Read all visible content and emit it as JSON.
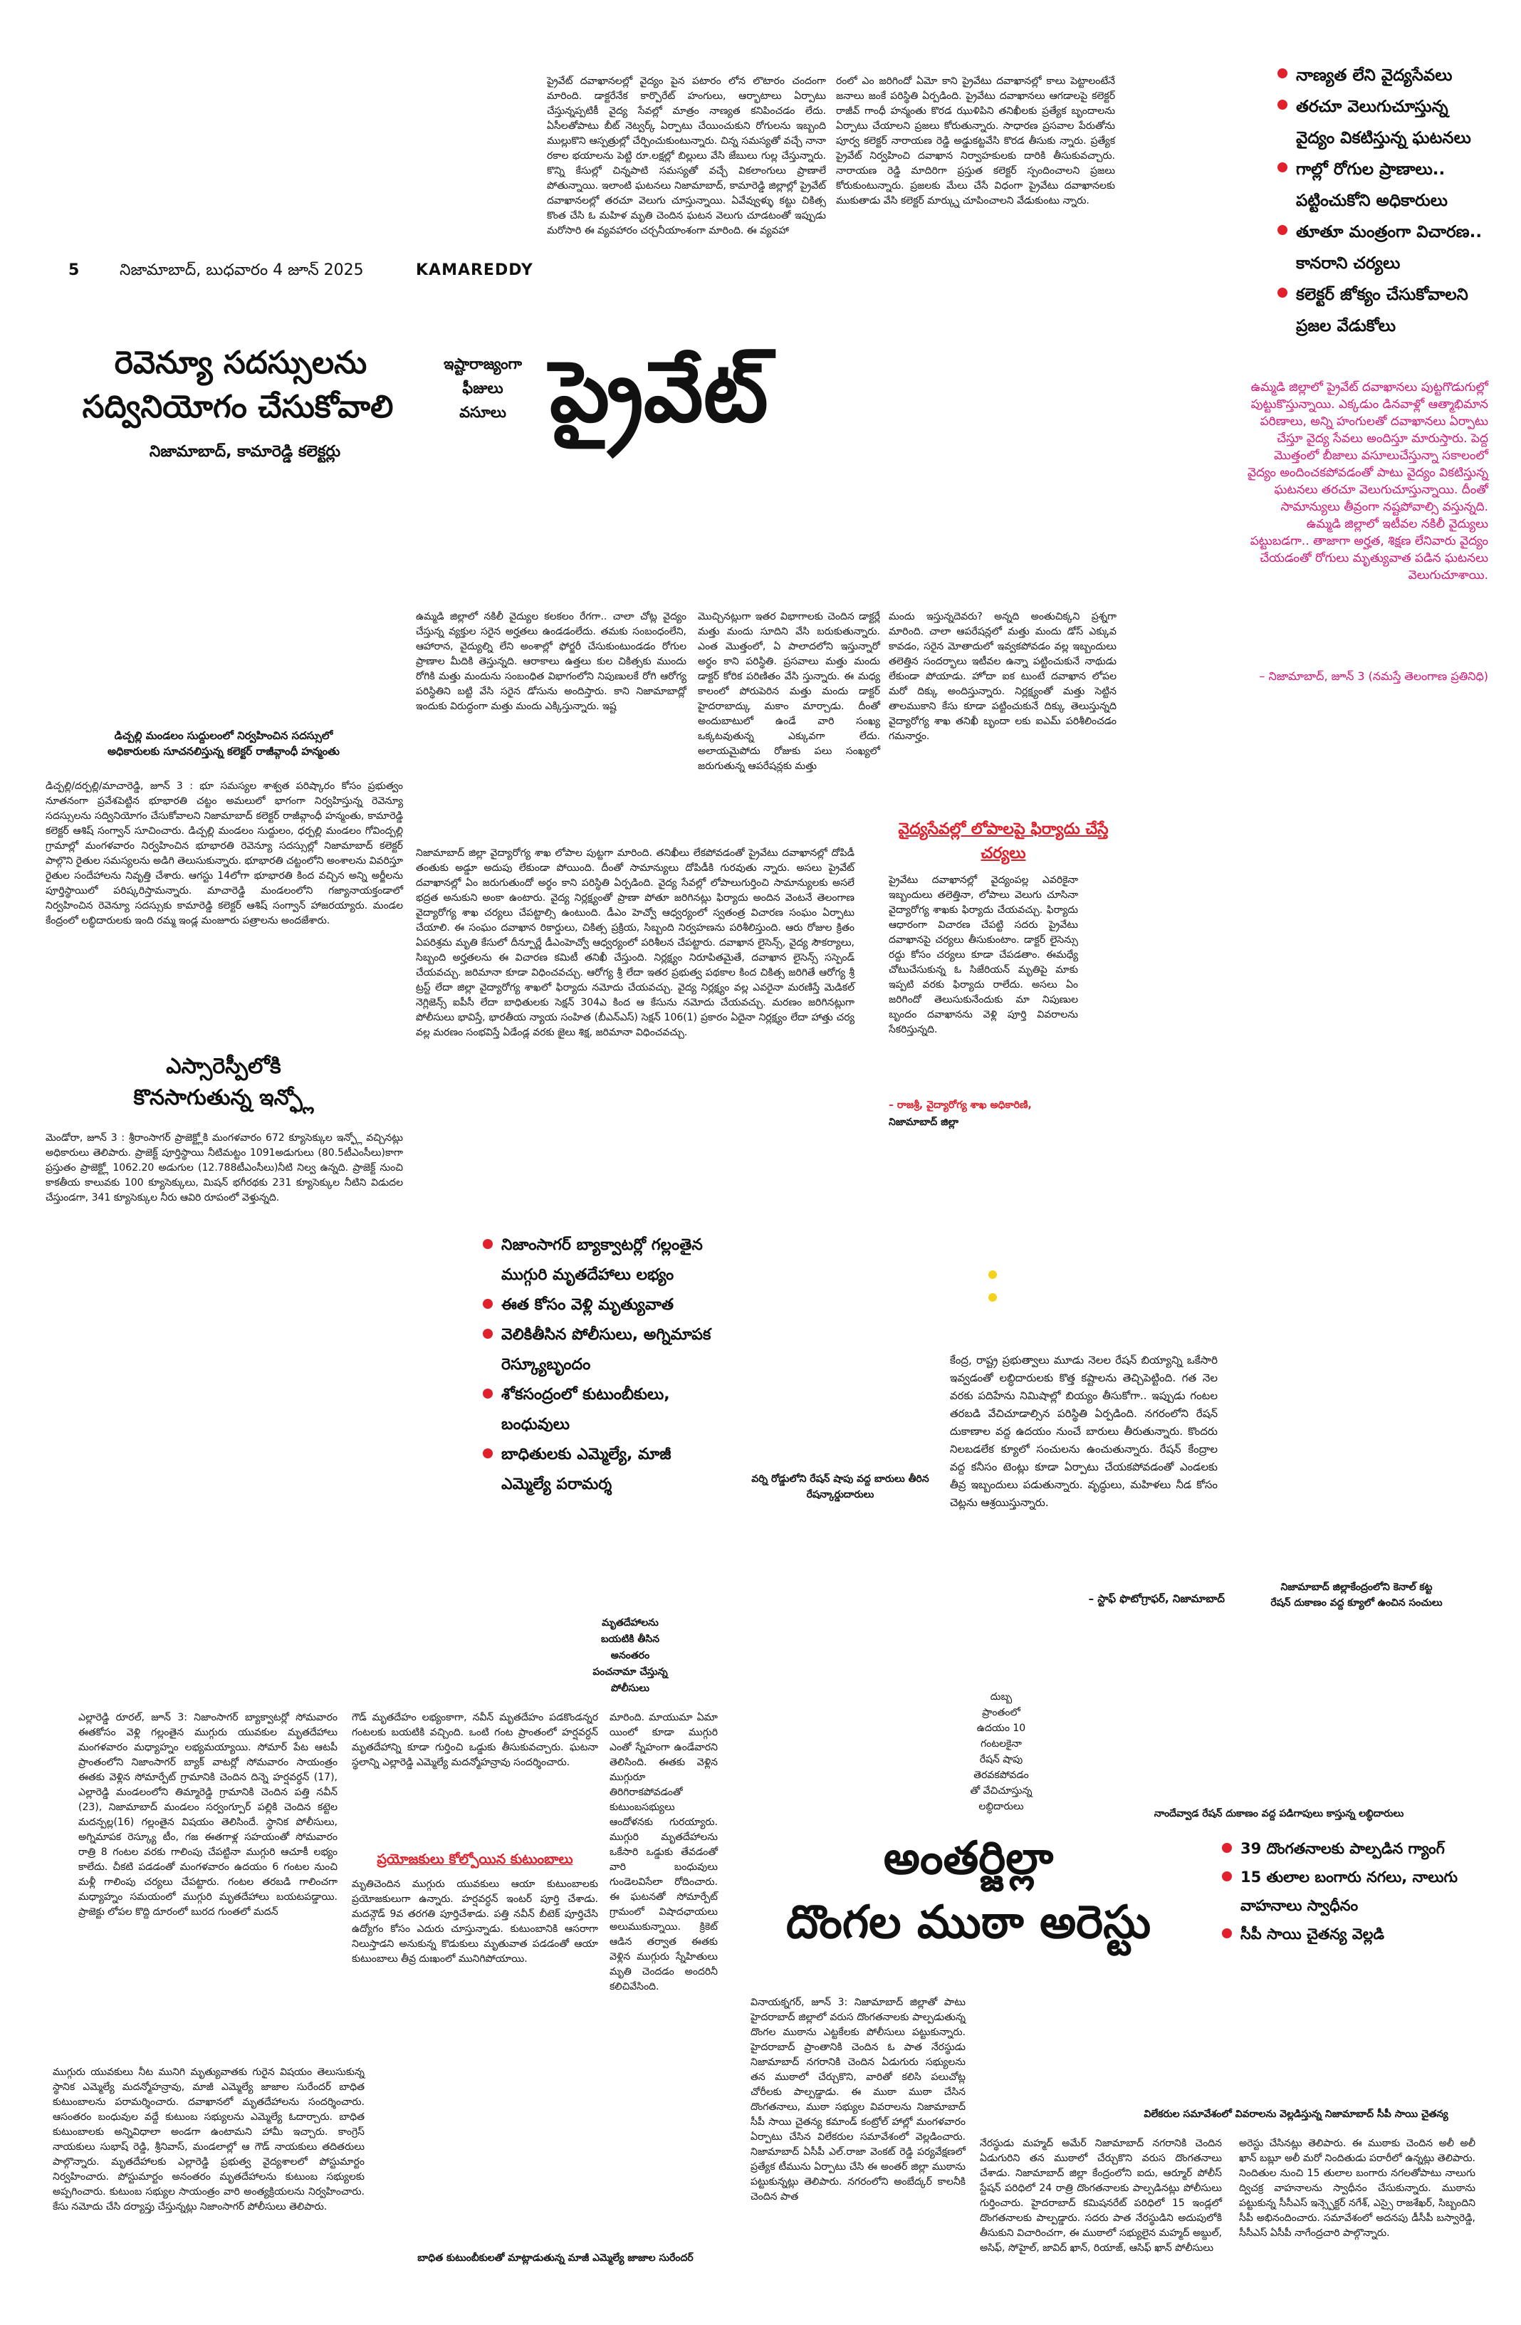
{
  "header": {
    "page_no": "5",
    "dateline": "నిజామాబాద్, బుధవారం 4 జూన్ 2025",
    "edition": "KAMAREDDY"
  },
  "private": {
    "kicker": [
      "ఇష్టారాజ్యంగా",
      "ఫీజులు",
      "వసూలు"
    ],
    "title": "ప్రైవేట్",
    "col_top_1": "ప్రైవేట్ దవాఖానలల్లో వైద్యం పైన పటారం లోన లొటారం చందంగా మారింది. డాక్టరేనేక కార్పొరేట్ హంగులు, ఆర్భాటాలు ఏర్పాటు చేస్తున్నప్పటికీ వైద్య సేవల్లో మాత్రం నాణ్యత కనిపించడం లేదు. ఏసీలతోపాటు బీట్ నెట్వర్క్ ఏర్పాటు చేయించుకుని రోగులను ఇబ్బంది ముల్లుకొని ఆస్పత్రుల్లో చేర్పించుకుంటున్నారు. చిన్న సమస్యతో వచ్చే నానా రకాల భయాలను పెట్టి రూ.లక్షల్లో బిల్లులు వేసి జేబులు గుల్ల చేస్తున్నారు. కొన్ని కేసుల్లో చిన్నపాటి సమస్యతో వచ్చే వికలాంగులు ప్రాణాలే పోతున్నాయి. ఇలాంటి ఘటనలు నిజామాబాద్, కామారెడ్డి జిల్లాల్లో ప్రైవేట్ దవాఖానలల్లో తరచూ వెలుగు చూస్తున్నాయి. ఏవేవ్వుళ్ళు కట్టు చికిత్స కొంత చేసి ఓ మహిళ మృతి చెందిన ఘటన వెలుగు చూడటంతో ఇప్పుడు మరోసారి ఈ వ్యవహారం చర్చనీయాంశంగా మారింది. ఈ వ్యవహా",
    "col_top_2": "రంలో ఎం జరిగిందో ఏమో కాని ప్రైవేటు దవాఖానల్లో కాలు పెట్టాలంటేనే జనాలు జంకే పరిస్థితి ఏర్పడింది. ప్రైవేటు దవాఖానలు ఆగడాలపై కలెక్టర్ రాజీవ్ గాంధీ హన్మంతు కొరడ ఝుళిపిని తనిఖీలకు ప్రత్యేక బృందాలను ఏర్పాటు చేయాలని ప్రజలు కోరుతున్నారు. సాధారణ ప్రసవాల పేరుతోను పూర్వ కలెక్టర్ నారాయణ రెడ్డి అడ్డుకట్టవేసి కొరడ తీసుకు న్నారు. ప్రత్యేక ప్రైవేట్ నిర్వహించి దవాఖాన నిర్వాహకులకు దారికి తీసుకువచ్చారు. నారాయణ రెడ్డి మాదిరిగా ప్రస్తుత కలెక్టర్ స్పందించాలని ప్రజలు కోరుకుంటున్నారు. ప్రజలకు మేలు చేసే విధంగా ప్రైవేటు దవాఖానలకు ముకుతాడు వేసి కలెక్టర్ మార్క్ను చూపించాలని వేడుకుంటు న్నారు.",
    "col_mid_1": "ఉమ్మడి జిల్లాలో నకిలీ వైద్యుల కలకలం రేగగా.. చాలా చోట్ల వైద్యం చేస్తున్న వ్యక్తుల సరైన అర్హతలు ఉండడంలేదు. తమకు సంబంధంలేని, ఆహారాన, వైద్యుల్ని లేని అంశాల్లో ఫోర్జరీ చేసుకుంటుండడం రోగుల ప్రాణాల మీదికి తెస్తున్నది. ఆరాకాలు ఉత్తలు కుల చికిత్సకు ముందు రోగికి మత్తు మందును సంబంధిత విభాగంలోని నిపుణులకే రోగి ఆరోగ్య పరిస్థితిని బట్టి వేసి సరైన డోసును అందిస్తారు. కాని నిజామాబాద్లో ఇందుకు విరుద్ధంగా మత్తు మందు ఎక్కిస్తున్నారు. ఇష్ట",
    "col_mid_2": "మొచ్చినట్లుగా ఇతర విభాగాలకు చెందిన డాక్టర్లే మత్తు మందు సూదిని వేసి బరుకుతున్నారు. ఎంత మొత్తంలో, ఏ పాలాదలోని ఇస్తున్నారో అర్థం కాని పరిస్థితి. ప్రసవాలు మత్తు మందు డాక్టర్ కోరిక పరిణితం వేసి స్తున్నారు. ఈ మధ్య కాలంలో పోరుపెరిన మత్తు మందు డాక్టర్ హైదరాబాద్కు మకాం మార్చాడు. దీంతో అందుబాటులో ఉండే వారి సంఖ్య ఒక్కటవుతున్న ఎక్కువగా లేదు. అలాయమైపోదు రోజుకు పలు సంఖ్యలో జరుగుతున్న ఆపరేషన్లకు మత్తు",
    "col_mid_3": "మందు ఇస్తున్నదెవరు? అన్నది అంతుచిక్కని ప్రశ్నగా మారింది. చాలా ఆపరేషన్లలో మత్తు మందు డోస్ ఎక్కువ కావడం, సరైన మోతాదులో ఇవ్వకపోవడం వల్ల ఇబ్బందులు తలెత్తిన సందర్భాలు ఇటీవల ఉన్నా పట్టించుకునే నాథుడు లేకుండా పోయాడు. హోదా ఐక టుంటే దవాఖాన లోపల మరో దిక్కు అందిస్తున్నారు. నిర్లక్ష్యంతో మత్తు సెట్టిన తాలముకాని కేసు కూడా పట్టించుకునే దిక్కు తెలుస్తున్నది వైద్యారోగ్య శాఖ తనిఖీ బృందా లకు ఐఎమ్ పరిశీలించడం గమనార్హం.",
    "sidebar_bullets": [
      "నాణ్యత లేని వైద్యసేవలు",
      "తరచూ వెలుగుచూస్తున్న వైద్యం వికటిస్తున్న ఘటనలు",
      "గాల్లో రోగుల ప్రాణాలు.. పట్టించుకోని అధికారులు",
      "తూతూ మంత్రంగా విచారణ.. కానరాని చర్యలు",
      "కలెక్టర్ జోక్యం చేసుకోవాలని ప్రజల వేడుకోలు"
    ],
    "sidebar_pink": "ఉమ్మడి జిల్లాలో ప్రైవేట్ దవాఖానలు పుట్టగొడుగుల్లో పుట్టుకొస్తున్నాయి. ఎక్కడుం డినవాళ్లో ఆత్మాభిమాన పరిణాలు, అన్ని హంగులతో దవాఖానలు ఏర్పాటు చేస్తూ వైద్య సేవలు అందిస్తూ మారుస్తారు. పెద్ద మొత్తంలో బీజాలు వసూలుచేస్తున్నా సకాలంలో వైద్యం అందించకపోవడంతో పాటు వైద్యం వికటిస్తున్న ఘటనలు తరచూ వెలుగుచూస్తున్నాయి. దీంతో సామాన్యులు తీవ్రంగా నష్టపోవాల్సి వస్తున్నది. ఉమ్మడి జిల్లాలో ఇటీవల నకిలీ వైద్యులు పట్టుబడగా.. తాజాగా అర్హత, శిక్షణ లేనివారు వైద్యం చేయడంతో రోగులు మృత్యువాత పడిన ఘటనలు వెలుగుచూశాయి.",
    "sidebar_credit": "– నిజామాబాద్, జూన్ 3 (నమస్తే తెలంగాణ ప్రతినిధి)",
    "bottom_body": "నిజామాబాద్ జిల్లా వైద్యారోగ్య శాఖ లోపాల పుట్టగా మారింది. తనిఖీలు లేకపోవడంతో ప్రైవేటు దవాఖానల్లో దోపిడీ తంతుకు అడ్డూ అదుపు లేకుండా పోయింది. దీంతో సామాన్యులు దోపిడీకి గురవుతు న్నారు. అసలు ప్రైవేట్ దవాఖానల్లో ఏం జరుగుతుందో అర్థం కాని పరిస్థితి ఏర్పడింది. వైద్య సేవల్లో లోపాలుగుర్తించి సామాన్యులకు అసలే భద్రత అనుకుని అంకా ఉంటారు. వైద్య నిర్లక్ష్యంతో ప్రాణా పోతూ జరిగినట్లు ఫిర్యాదు అందిన వెంటనే తెలంగాణ వైద్యారోగ్య శాఖ చర్యలు చేపట్టాల్సి ఉంటుంది. డీఎం హెచ్వో ఆధ్వర్యంలో స్వతంత్ర విచారణ సంఘం ఏర్పాటు చేయాలి. ఈ సంఘం దవాఖాన రికార్డులు, చికిత్స ప్రక్రియ, సిబ్బంది నిర్వహణను పరిశీలిస్తుంది. ఆరు రోజుల క్రితం ఏపరిశ్రమ మృతి కేసులో దీన్పూర్ణే డీఎంహెచ్వో ఆధ్వర్యంలో పరిశీలన చేపట్టారు. దవాఖాన లైసెన్స్, వైద్య సౌకర్యాలు, సిబ్బంది అర్హతలను ఈ విచారణ కమిటీ తనిఖీ చేస్తుంది. నిర్లక్ష్యం నిరూపితమైతే, దవాఖాన లైసెన్స్ సస్పెండ్ చేయవచ్చు. జరిమానా కూడా విధించవచ్చు. ఆరోగ్య శ్రీ లేదా ఇతర ప్రభుత్వ పథకాల కింద చికిత్స జరిగితే ఆరోగ్య శ్రీ ట్రస్ట్ లేదా జిల్లా వైద్యారోగ్య శాఖలో ఫిర్యాదు నమోదు చేయవచ్చు. వైద్య నిర్లక్ష్యం వల్ల ఎవరైనా మరణిస్తే మెడికల్ నెగ్లిజెన్స్ ఐపీసీ లేదా బాధితులకు సెక్షన్ 304ఎ కింద ఆ కేసును నమోదు చేయవచ్చు. మరణం జరిగినట్లుగా పోలీసులు భావిస్తే, భారతీయ న్యాయ సంహిత (బీఎన్ఎస్) సెక్షన్ 106(1) ప్రకారం ఏదైనా నిర్లక్ష్యం లేదా హాత్తు చర్య వల్ల మరణం సంభవిస్తే ఏడేండ్ల వరకు జైలు శిక్ష, జరిమానా విధించవచ్చు.",
    "subhead": "వైద్యసేవల్లో లోపాలపై ఫిర్యాదు చేస్తే చర్యలు",
    "sub_body": "ప్రైవేటు దవాఖానల్లో వైద్యంపల్ల ఎవరికైనా ఇబ్బందులు తలెత్తినా, లోపాలు వెలుగు చూసినా వైద్యారోగ్య శాఖకు ఫిర్యాదు చేయవచ్చు. ఫిర్యాదు ఆధారంగా విచారణ చేపట్టి సదరు ప్రైవేటు దవాఖానపై చర్యలు తీసుకుంటాం. డాక్టర్ లైసెన్సు రద్దు కోసం చర్యలు కూడా చేపడతాం. ఈమధ్యే చోటుచేసుకున్న ఓ సిజేరియన్ మృతిపై మాకు ఇప్పటి వరకు ఫిర్యాదు రాలేదు. అసలు ఏం జరిగిందో తెలుసుకునేందుకు మా నిపుణుల బృందం దవాఖానను వెళ్లి పూర్తి వివరాలను సేకరిస్తున్నది.",
    "quote_name": "– రాజశ్రీ, వైద్యారోగ్య శాఖ అధికారిణి,",
    "quote_place": "నిజామాబాద్ జిల్లా"
  },
  "revenue": {
    "title_l1": "రెవెన్యూ సదస్సులను",
    "title_l2": "సద్వినియోగం చేసుకోవాలి",
    "byline": "నిజామాబాద్, కామారెడ్డి కలెక్టర్లు",
    "caption_l1": "డిచ్పల్లి మండలం సుద్దులంలో నిర్వహించిన సదస్సులో",
    "caption_l2": "అధికారులకు సూచనలిస్తున్న కలెక్టర్ రాజీవ్గాంధీ హన్మంతు",
    "body": "డిచ్పల్లి/దర్పల్లి/మాచారెడ్డి, జూన్ 3 : భూ సమస్యల శాశ్వత పరిష్కారం కోసం ప్రభుత్వం నూతనంగా ప్రవేశపెట్టిన భూభారతి చట్టం అమలులో భాగంగా నిర్వహిస్తున్న రెవెన్యూ సదస్సులను సద్వినియోగం చేసుకోవాలని నిజామాబాద్ కలెక్టర్ రాజీవ్గాంధీ హన్మంతు, కామారెడ్డి కలెక్టర్ ఆశిష్ సంగ్వాన్ సూచించారు. డిచ్పల్లి మండలం సుద్దులం, ధర్పల్లి మండలం గోవింద్పల్లి గ్రామాల్లో మంగళవారం నిర్వహించిన భూభారతి రెవెన్యూ సదస్సుల్లో నిజామాబాద్ కలెక్టర్ పాల్గొని రైతుల సమస్యలను అడిగి తెలుసుకున్నారు. భూభారతి చట్టంలోని అంశాలను వివరిస్తూ రైతుల సందేహాలను నివృత్తి చేశారు. ఆగస్టు 14లోగా భూభారతి కింద వచ్చిన అన్ని అర్జీలను పూర్తిస్థాయిలో పరిష్కరిస్తామన్నారు. మాచారెడ్డి మండలంలోని గజ్యానాయక్తండాలో నిర్వహించిన రెవెన్యూ సదస్సుకు కామారెడ్డి కలెక్టర్ ఆశిష్ సంగ్వాన్ హాజరయ్యారు. మండల కేంద్రంలో లబ్ధిదారులకు ఇంది రమ్మ ఇండ్ల మంజూరు పత్రాలను అందజేశారు."
  },
  "srsp": {
    "title_l1": "ఎస్సారెస్పీలోకి",
    "title_l2": "కొనసాగుతున్న ఇన్ఫ్లో",
    "body": "మెండోరా, జూన్ 3 : శ్రీరాంసాగర్ ప్రాజెక్ట్లోకి మంగళవారం 672 క్యూసెక్కుల ఇన్ఫ్లో వచ్చినట్లు అధికారులు తెలిపారు. ప్రాజెక్ట్ పూర్తిస్థాయి నీటిమట్టం 1091అడుగులు (80.5టీఎంసీలు)కాగా ప్రస్తుతం ప్రాజెక్ట్లో 1062.20 అడుగుల (12.788టీఎంసీలు)నీటి నిల్వ ఉన్నది. ప్రాజెక్ట్ నుంచి కాకతీయ కాలువకు 100 క్యూసెక్కులు, మిషన్ భగీరథకు 231 క్యూసెక్కుల నీటిని విడుదల చేస్తుండగా, 341 క్యూసెక్కుల నీరు ఆవిరి రూపంలో వెళ్తున్నది."
  },
  "nizamsagar": {
    "bullets": [
      "నిజాంసాగర్ బ్యాక్వాటర్లో గల్లంతైన ముగ్గురి మృతదేహాలు లభ్యం",
      "ఈత కోసం వెళ్లి మృత్యువాత",
      "వెలికితీసిన పోలీసులు, అగ్నిమాపక రెస్క్యూబృందం",
      "శోకసంద్రంలో కుటుంబీకులు, బంధువులు",
      "బాధితులకు ఎమ్మెల్యే, మాజీ ఎమ్మెల్యే పరామర్శ"
    ],
    "caption": [
      "మృతదేహాలను",
      "బయటికి తీసిన",
      "అనంతరం",
      "పంచనామా చేస్తున్న",
      "పోలీసులు"
    ],
    "body_1": "ఎల్లారెడ్డి రూరల్, జూన్ 3: నిజాంసాగర్ బ్యాక్వాటర్లో సోమవారం ఈతకోసం వెళ్లి గల్లంతైన ముగ్గురు యువకుల మృతదేహాలు మంగళవారం మధ్యాహ్నం లభ్యమయ్యాయి. సోమార్ పేట ఆటపీ ప్రాంతంలోని నిజాంసాగర్ బ్యాక్ వాటర్లో సోమవారం సాయంత్రం ఈతకు వెళ్లిన సోమార్పేట్ గ్రామానికి చెందిన దిన్నె హర్షవర్ధన్ (17), ఎల్లారెడ్డి మండలంలోని తిమ్మారెడ్డి గ్రామానికి చెందిన పత్తి నవీన్ (23), నిజామాబాద్ మండలం సర్వంగ్పూర్ పల్లికి చెందిన కట్టెల మదన్పల్ల(16) గల్లంతైన విషయం తెలిసిందే. స్థానిక పోలీసులు, అగ్నిమాపక రెస్క్యూ టీం, గజ ఈతగాళ్ల సహయంతో సోమవారం రాత్రి 8 గంటల వరకు గాలింపు చేపట్టినా ముగ్గురి ఆచూకీ లభ్యం కాలేదు. చీకటి పడడంతో మంగళవారం ఉదయం 6 గంటల నుంచి మళ్లీ గాలింపు చర్యలు చేపట్టారు. గంటల తరబడి గాలించగా మధ్యాహ్నం సమయంలో ముగ్గురి మృతదేహాలు బయటపడ్డాయి. ప్రాజెక్టు లోపల కొద్ది దూరంలో బురద గుంతలో మదన్",
    "body_2": "గౌడ్ మృతదేహం లభ్యంకాగా, నవీన్ మృతదేహం పడకొండన్నర గంటలకు బయటికి వచ్చింది. ఒంటి గంట ప్రాంతంలో హర్షవర్ధన్ మృతదేహాన్ని కూడా గుర్తించి ఒడ్డుకు తీసుకువచ్చారు. ఘటనా స్థలాన్ని ఎల్లారెడ్డి ఎమ్మెల్యే మదన్మోహన్రావు సందర్శించారు.",
    "subhead": "ప్రయోజకులు కోల్పోయిన కుటుంబాలు",
    "body_3": "మృతిచెందిన ముగ్గురు యువకులు ఆయా కుటుంబాలకు ప్రయోజకులుగా ఉన్నారు. హర్షవర్ధన్ ఇంటర్ పూర్తి చేశాడు. మదన్గౌడ్ 9వ తరగతి పూర్తిచేశాడు. పత్తి నవీన్ బీటెక్ పూర్తిచేసి ఉద్యోగం కోసం ఎదురు చూస్తున్నాడు. కుటుంబానికి ఆసరాగా నిలుస్తాడని అనుకున్న కొడుకులు మృతువాత పడడంతో ఆయా కుటుంబాలు తీవ్ర దుఃఖంలో మునిగిపోయాయి.",
    "body_4": "మారింది. మాయుమా ఏమా యింలో కూడా ముగ్గురి ఎంతో స్నేహంగా ఉండేవారని తెలిసింది. ఈతకు వెళ్లిన ముగ్గురూ తిరిగిరాకపోవడంతో కుటుంబసభ్యులు ఆందోళనకు గురయ్యారు. ముగ్గురి మృతదేహాలను ఒకేసారి ఒడ్డుకు తేవడంతో వారి బంధువులు గుండెలవిసేలా రోదించారు. ఈ ఘటనతో సోమార్పేట్ గ్రామంలో విషాదఛాయలు అలుముకున్నాయి. క్రికెట్ ఆడిన తర్వాత ఈతకు వెళ్లిన ముగ్గురు స్నేహితులు మృతి చెందడం అందరినీ కలిచివేసింది.",
    "condolence": "ముగ్గురు యువకులు నీట మునిగి మృత్యువాతకు గురైన విషయం తెలుసుకున్న స్థానిక ఎమ్మెల్యే మదన్మోహన్రావు, మాజీ ఎమ్మెల్యే జాజాల సురేందర్ బాధిత కుటుంబాలను పరామర్శించారు. దవాఖానలో మృతదేహాలను సందర్శించారు. ఆసంతరం బంధువుల వద్దే కుటుంబ సభ్యులను ఎమ్మెల్యే ఓదార్చారు. బాధిత కుటుంబాలకు అన్నివిధాలా అండగా ఉంటామని హామీ ఇచ్చారు. కాంగ్రెస్ నాయకులు సుభాష్ రెడ్డి, శ్రీనివాస్, మండలాల్లో ఆ గౌడ్ నాయకులు తదితరులు పాల్గొన్నారు. మృతదేహాలకు ఎల్లారెడ్డి ప్రభుత్వ వైద్యశాలలో పోస్టుమార్టం నిర్వహించారు. పోస్టుమార్టం అనంతరం మృతదేహాలను కుటుంబ సభ్యులకు అప్పగించారు. కుటుంబ సభ్యుల సాయంత్రం వారి అంత్యక్రియలను నిర్వహించారు. కేసు నమోదు చేసి దర్యాప్తు చేస్తున్నట్లు నిజాంసాగర్ పోలీసులు తెలిపారు.",
    "bottom_caption": "బాధిత కుటుంబీకులతో మాట్లాడుతున్న మాజీ ఎమ్మెల్యే జాజాల సురేందర్"
  },
  "ration": {
    "left_caption_l1": "వర్ని రోడ్డులోని రేషన్ షాపు వద్ద బారులు తీరిన",
    "left_caption_l2": "రేషన్కార్డుదారులు",
    "body": "కేంద్ర, రాష్ట్ర ప్రభుత్వాలు మూడు నెలల రేషన్ బియ్యాన్ని ఒకేసారి ఇవ్వడంతో లబ్ధిదారులకు కొత్త కష్టాలను తెచ్చిపెట్టింది. గత నెల వరకు పదిహేను నిమిషాల్లో బియ్యం తీసుకోగా.. ఇప్పుడు గంటల తరబడి వేచిచూడాల్సిన పరిస్థితి ఏర్పడింది. నగరంలోని రేషన్ దుకాణాల వద్ద ఉదయం నుంచే బారులు తీరుతున్నారు. కొందరు నిలబడలేక క్యూలో సంచులను ఉంచుతున్నారు. రేషన్ కేంద్రాల వద్ద కనీసం టెంట్లు కూడా ఏర్పాటు చేయకపోవడంతో ఎండలకు తీవ్ర ఇబ్బందులు పడుతున్నారు. వృద్ధులు, మహిళలు నీడ కోసం చెట్లను ఆశ్రయిస్తున్నారు.",
    "credit": "– స్టాఫ్ ఫొటోగ్రాఫర్, నిజామాబాద్",
    "right_caption_l1": "నిజామాబాద్ జిల్లాకేంద్రంలోని కెనాల్ కట్ట",
    "right_caption_l2": "రేషన్ దుకాణం వద్ద క్యూలో ఉంచిన సంచులు",
    "mid_caption": [
      "దుబ్బ",
      "ప్రాంతంలో",
      "ఉదయం 10",
      "గంటలకైనా",
      "రేషన్ షాపు",
      "తెరవకపోవడం",
      "తో వేచిచూస్తున్న",
      "లబ్ధిదారులు"
    ],
    "nanded_caption": "నాందేవ్వాడ రేషన్ దుకాణం వద్ద పడిగాపులు కాస్తున్న లబ్ధిదారులు"
  },
  "thieves": {
    "title_l1": "అంతర్జిల్లా",
    "title_l2": "దొంగల ముఠా అరెస్టు",
    "bullets": [
      "39 దొంగతనాలకు పాల్పడిన గ్యాంగ్",
      "15 తులాల బంగారు నగలు, నాలుగు వాహనాలు స్వాధీనం",
      "సీపీ సాయి చైతన్య వెల్లడి"
    ],
    "body_1": "వినాయక్నగర్, జూన్ 3: నిజామాబాద్ జిల్లాతో పాటు హైదరాబాద్ జిల్లాలో వరుస దొంగతనాలకు పాల్పడుతున్న దొంగల ముఠాను ఎట్టకేలకు పోలీసులు పట్టుకున్నారు. హైదరాబాద్ ప్రాంతానికి చెందిన ఓ పాత నేరస్థుడు నిజామాబాద్ నగరానికి చెందిన ఏడుగురు సభ్యులను తన ముఠాలో చేర్చుకొని, వారితో కలిసి పలుచోట్ల చోరీలకు పాల్పడ్డాడు. ఈ ముఠా ముఠా చేసిన దొంగతనాలు, ముఠా సభ్యుల వివరాలను నిజామాబాద్ సీపీ సాయి చైతన్య కమాండ్ కంట్రోల్ హాల్లో మంగళవారం ఏర్పాటు చేసిన విలేకరుల సమావేశంలో వెల్లడించారు. నిజామాబాద్ ఏసీపీ ఎల్.రాజా వెంకట్ రెడ్డి పర్యవేక్షణలో ప్రత్యేక టీమును ఏర్పాటు చేసి ఈ అంతర్ జిల్లా ముఠాను పట్టుకున్నట్లు తెలిపారు. నగరంలోని అంబేద్కర్ కాలనీకి చెందిన పాత",
    "caption": "విలేకరుల సమావేశంలో వివరాలను వెల్లడిస్తున్న నిజామాబాద్ సీపీ సాయి చైతన్య",
    "body_2": "నేరస్థుడు మహ్మద్ అమేర్ నిజామాబాద్ నగరానికి చెందిన ఏడుగురిని తన ముఠాలో చేర్చుకొని వరుస దొంగతనాలు చేశాడు. నిజామాబాద్ జిల్లా కేంద్రంలోని ఐదు, ఆర్మూర్ పోలీస్ స్టేషన్ పరిధిలో 24 రాత్రి దొంగతనాలకు పాల్పడినట్లు పోలీసులు గుర్తించారు. హైదరాబాద్ కమిషనరేట్ పరిధిలో 15 ఇండ్లలో దొంగతనాలకు పాల్పడ్డారు. సదరు పాత నేరస్థుడిని అదుపులోకి తీసుకుని విచారించగా, ఈ ముఠాలో సభ్యులైన మహ్మద్ అబ్దుల్, అసిఫ్, సోహైల్, జావిద్ ఖాన్, రియాజ్, ఆసిఫ్ ఖాన్ పోలీసులు",
    "body_3": "అరెస్టు చేసినట్లు తెలిపారు. ఈ ముఠాకు చెందిన అలీ అలీ ఖాన్ బబ్లూ అలీ మరో నిందితుడు పరారీలో ఉన్నట్లు తెలిపారు. నిందితుల నుంచి 15 తులాల బంగారు నగలతోపాటు నాలుగు ద్విచక్ర వాహనాలను స్వాధీనం చేసుకున్నారు. ముఠాను పట్టుకున్న సీసీఎస్ ఇన్స్పెక్టర్ నగేశ్, ఎస్సై రాజశేఖర్, సిబ్బందిని సీపీ అభినందించారు. సమావేశంలో అదనపు డీసీపీ బస్వారెడ్డి, సీసీఎస్ ఏసీపీ నాగేంద్రచారి పాల్గొన్నారు."
  }
}
